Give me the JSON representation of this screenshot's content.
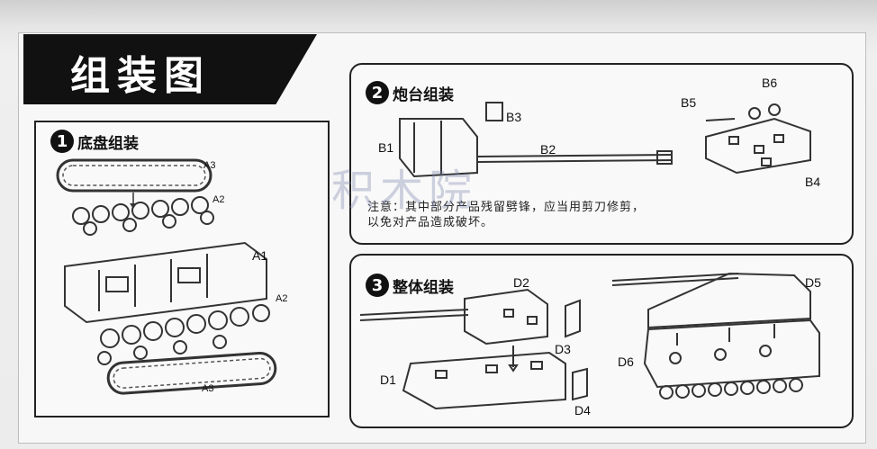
{
  "title": "组装图",
  "steps": [
    {
      "number": "1",
      "label": "底盘组装"
    },
    {
      "number": "2",
      "label": "炮台组装"
    },
    {
      "number": "3",
      "label": "整体组装"
    }
  ],
  "parts": {
    "a3_top": "A3",
    "a2_top": "A2",
    "a1": "A1",
    "a2_bottom": "A2",
    "a3_bottom": "A3",
    "b1": "B1",
    "b2": "B2",
    "b3": "B3",
    "b4": "B4",
    "b5": "B5",
    "b6": "B6",
    "d1": "D1",
    "d2": "D2",
    "d3": "D3",
    "d4": "D4",
    "d5": "D5",
    "d6": "D6"
  },
  "note": {
    "line1": "注意：其中部分产品残留劈锋，应当用剪刀修剪，",
    "line2": "以免对产品造成破坏。"
  },
  "watermark": "积木院"
}
